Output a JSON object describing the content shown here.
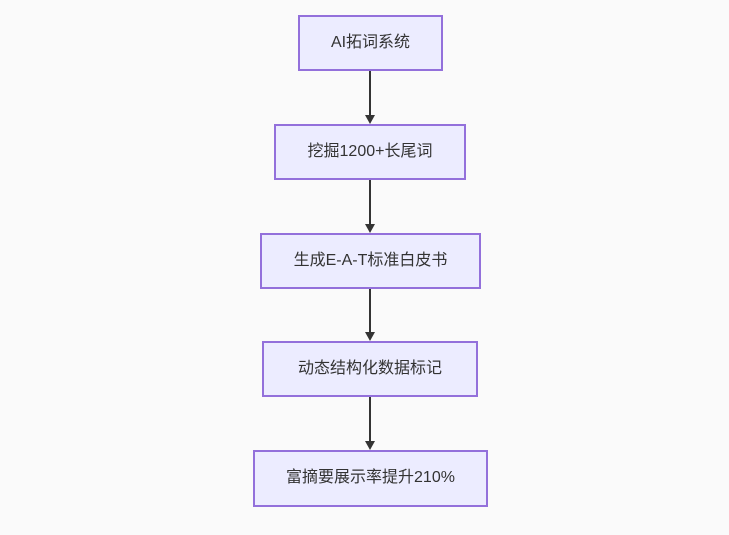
{
  "flowchart": {
    "title": "SEO AI flowchart",
    "colors": {
      "background": "#fafafa",
      "node_fill": "#ECECFF",
      "node_border": "#9370DB",
      "arrow_color": "#333333",
      "text_color": "#333333"
    },
    "nodes": [
      {
        "label": "AI拓词系统"
      },
      {
        "label": "挖掘1200+长尾词"
      },
      {
        "label": "生成E-A-T标准白皮书"
      },
      {
        "label": "动态结构化数据标记"
      },
      {
        "label": "富摘要展示率提升210%"
      }
    ],
    "edges": [
      {
        "from": 0,
        "to": 1
      },
      {
        "from": 1,
        "to": 2
      },
      {
        "from": 2,
        "to": 3
      },
      {
        "from": 3,
        "to": 4
      }
    ]
  }
}
